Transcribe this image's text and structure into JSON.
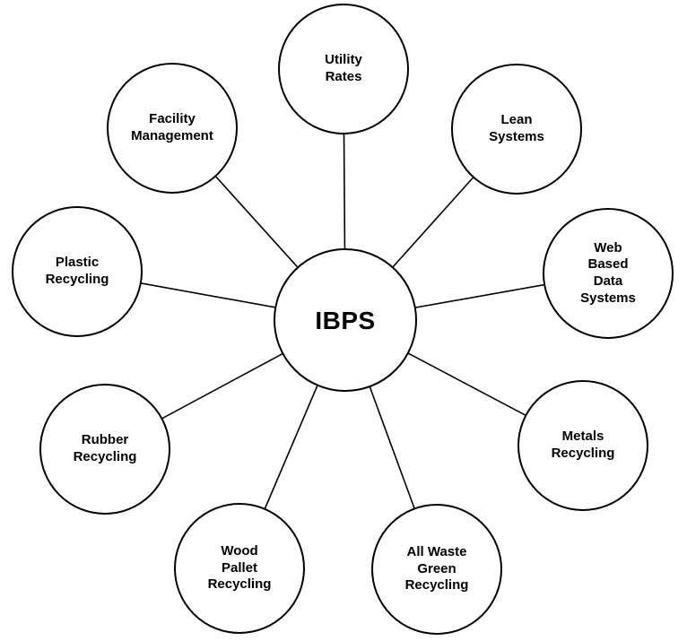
{
  "diagram": {
    "type": "hub-and-spoke",
    "colors": {
      "background": "#ffffff",
      "circle_fill": "#ffffff",
      "circle_stroke": "#000000",
      "line_stroke": "#000000",
      "text": "#000000"
    },
    "hub": {
      "label": "IBPS"
    },
    "nodes": [
      {
        "id": "utility-rates",
        "label": "Utility\nRates"
      },
      {
        "id": "lean-systems",
        "label": "Lean\nSystems"
      },
      {
        "id": "web-based-data-systems",
        "label": "Web\nBased\nData\nSystems"
      },
      {
        "id": "metals-recycling",
        "label": "Metals\nRecycling"
      },
      {
        "id": "all-waste-green-recycling",
        "label": "All Waste\nGreen\nRecycling"
      },
      {
        "id": "wood-pallet-recycling",
        "label": "Wood\nPallet\nRecycling"
      },
      {
        "id": "rubber-recycling",
        "label": "Rubber\nRecycling"
      },
      {
        "id": "plastic-recycling",
        "label": "Plastic\nRecycling"
      },
      {
        "id": "facility-management",
        "label": "Facility\nManagement"
      }
    ]
  }
}
